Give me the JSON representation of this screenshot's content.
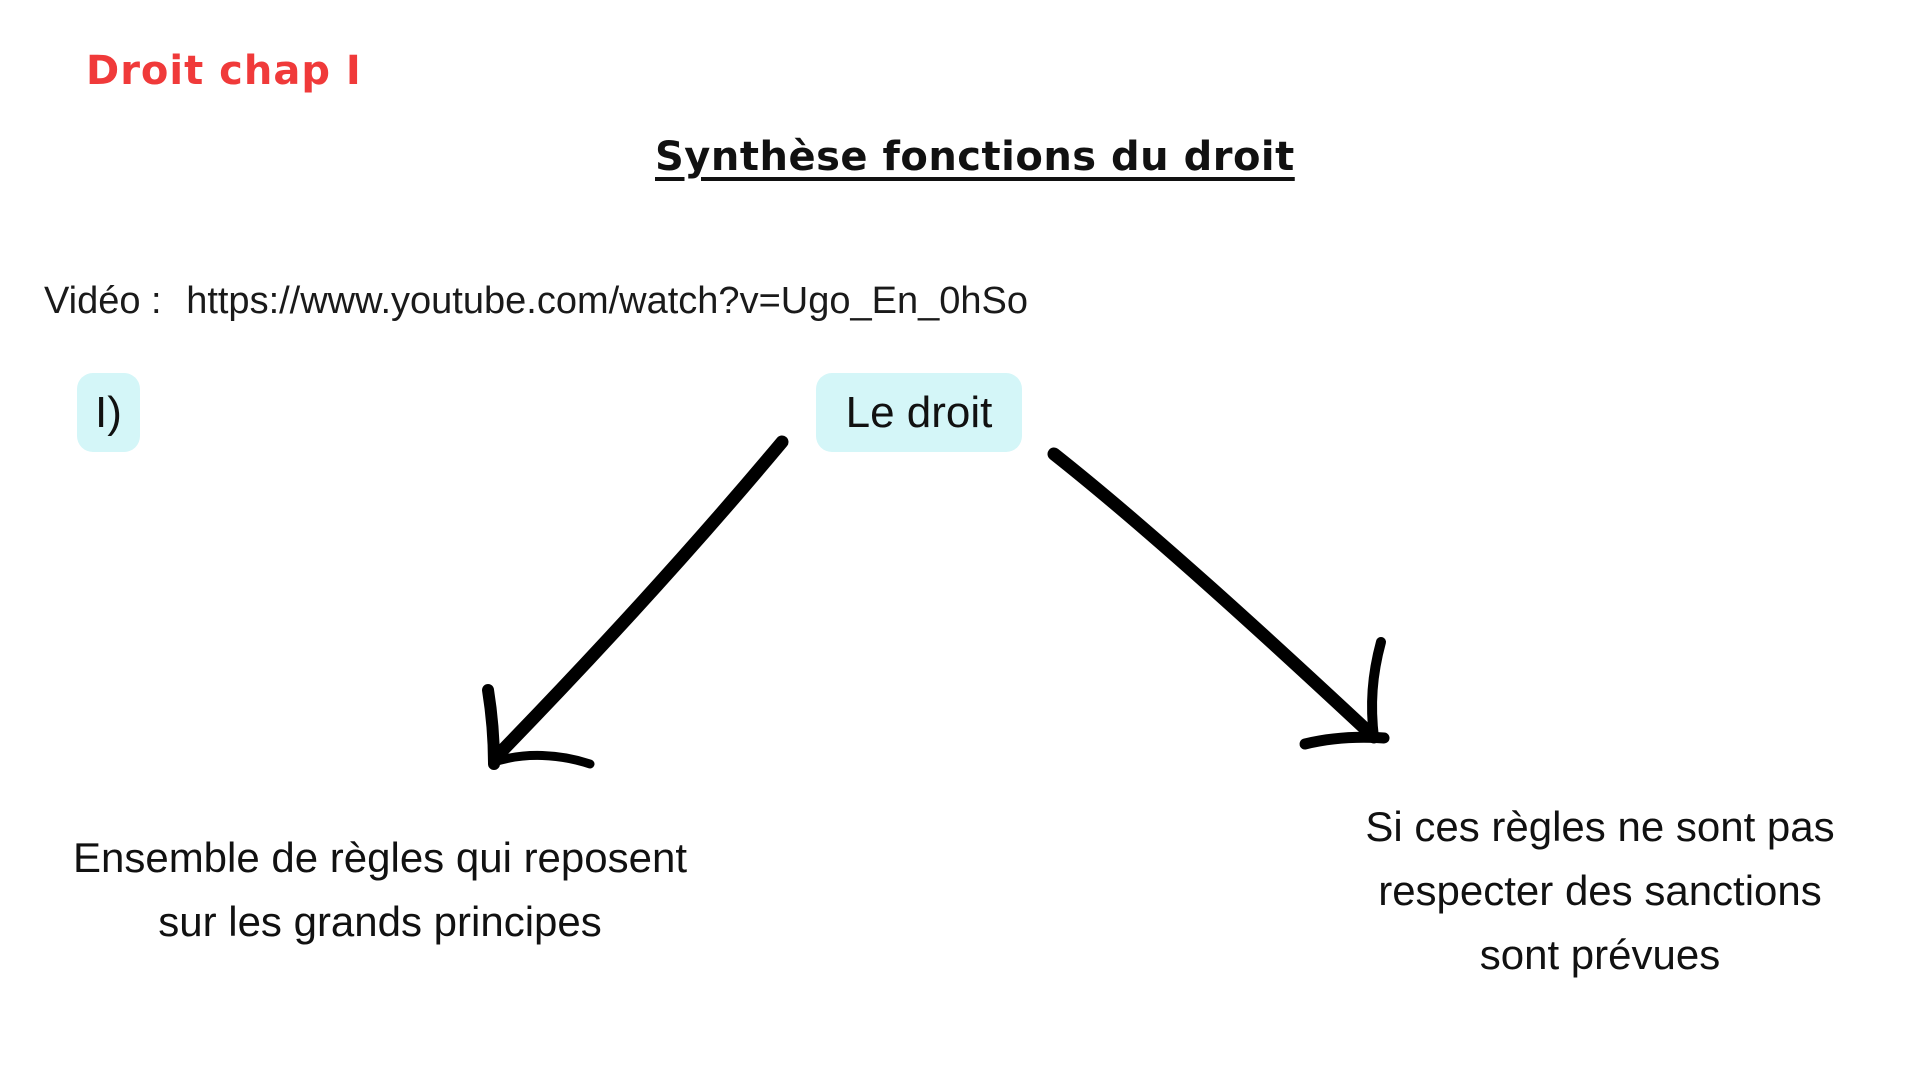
{
  "header": {
    "chapter_label": "Droit chap I",
    "title": "Synthèse fonctions du droit",
    "accent_color": "#f03a3a"
  },
  "video": {
    "label": "Vidéo :",
    "url": "https://www.youtube.com/watch?v=Ugo_En_0hSo"
  },
  "diagram": {
    "section_badge": "I)",
    "root": "Le droit",
    "box_color": "#d4f6f8",
    "branches": [
      {
        "direction": "down-left",
        "lines": [
          "Ensemble de règles qui reposent",
          "sur les grands principes"
        ]
      },
      {
        "direction": "down-right",
        "lines": [
          "Si ces règles ne sont pas",
          "respecter des sanctions",
          "sont prévues"
        ]
      }
    ]
  }
}
